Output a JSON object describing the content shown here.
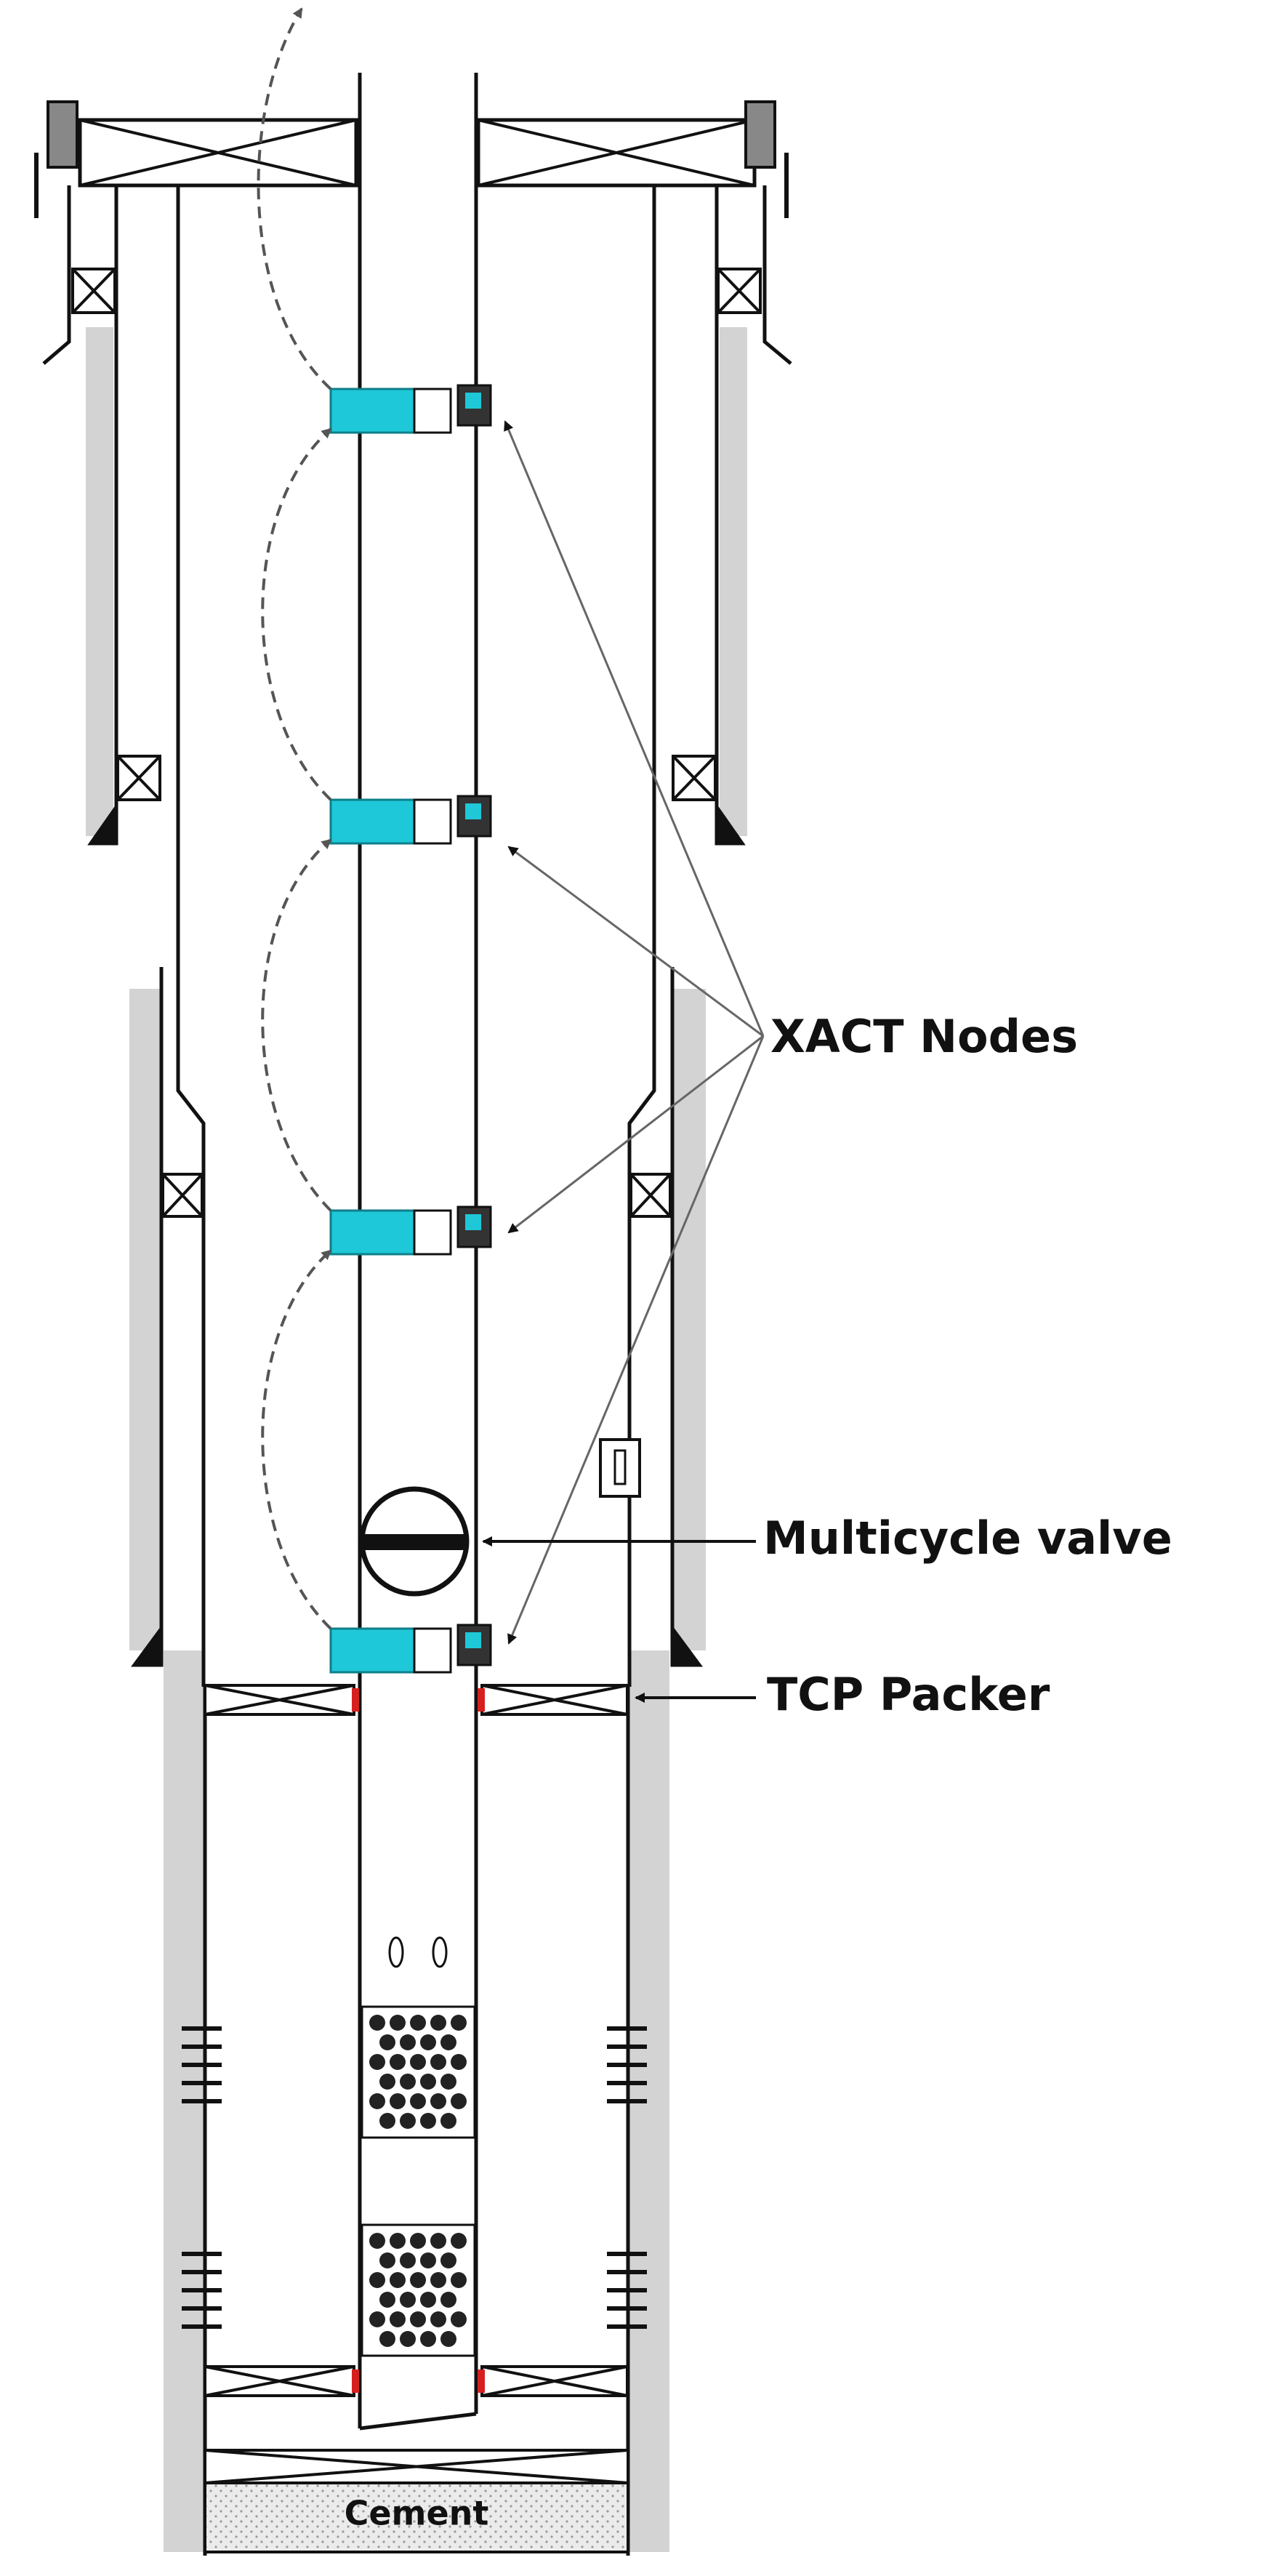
{
  "labels": {
    "xact_nodes": "XACT Nodes",
    "multicycle_valve": "Multicycle valve",
    "tcp_packer": "TCP Packer",
    "cement": "Cement"
  },
  "colors": {
    "node_fill": "#1ec8d8",
    "casing_shade": "#d3d3d3",
    "line": "#111111",
    "seal": "#d62020",
    "leader": "#666666",
    "cement_fill": "#e6e6e6"
  },
  "icons": {
    "xact_node": "acoustic-telemetry-node-icon",
    "valve": "ball-valve-icon",
    "packer": "packer-cross-icon",
    "perforations": "perforating-gun-icon"
  }
}
